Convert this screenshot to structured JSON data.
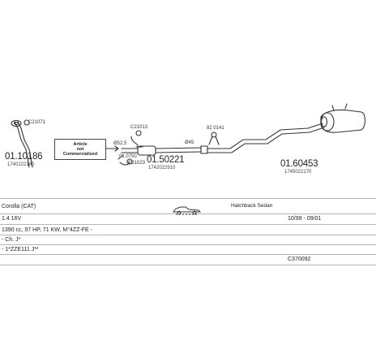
{
  "diagram": {
    "parts": [
      {
        "number": "01.10186",
        "ref": "1740222140"
      },
      {
        "number": "01.50221",
        "ref": "1742022910"
      },
      {
        "number": "01.60453",
        "ref": "1745022170"
      }
    ],
    "article_box": {
      "line1": "Article",
      "line2": "not",
      "line3": "Commercialized"
    },
    "hardware": {
      "c_front": "C21071",
      "c_mid_top": "C21013",
      "c_mid_bottom": "C21023",
      "c_mid_small": "01.0750",
      "c_rear": "82 0141"
    },
    "dimensions": {
      "d_front": "Ø52,5",
      "d_rear": "Ø45"
    }
  },
  "info": {
    "model": "Corolla (CAT)",
    "body_type": "Hatchback Sedan",
    "engine": "1.4 16V",
    "dates": "10/99 - 09/01",
    "specs": "1390 cc, 97 HP, 71 KW, M°4ZZ-FE -",
    "line4": "- Ch. J*",
    "line5": "- 1*ZZE111 J**",
    "code": "C370092"
  }
}
